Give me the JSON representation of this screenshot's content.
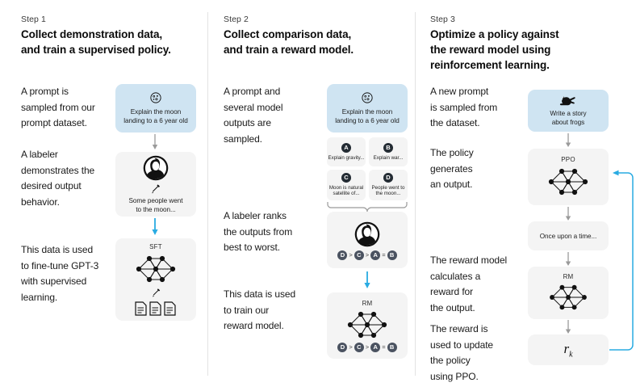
{
  "diagram": {
    "title": "RLHF three-step training diagram",
    "colors": {
      "prompt_card": "#cfe4f2",
      "neutral_card": "#f4f4f4",
      "gray_arrow": "#9a9a9a",
      "blue_arrow": "#29abe2",
      "badge_dark": "#232b33",
      "rank_pill": "#4a5260",
      "divider": "#e3e3e3",
      "text": "#101010"
    }
  },
  "steps": [
    {
      "label": "Step 1",
      "title_line1": "Collect demonstration data,",
      "title_line2": "and train a supervised policy.",
      "paragraphs": [
        "A prompt is\nsampled from our\nprompt dataset.",
        "A labeler\ndemonstrates the\ndesired output\nbehavior.",
        "This data is used\nto fine-tune GPT-3\nwith supervised\nlearning."
      ],
      "cards": [
        {
          "name": "prompt-card",
          "style": "blue",
          "icon": "moon-icon",
          "caption": "Explain the moon\nlanding to a 6 year old"
        },
        {
          "name": "labeler-demo-card",
          "style": "gray",
          "icon": "labeler-avatar-icon",
          "sub_icon": "pencil-icon",
          "caption": "Some people went\nto the moon..."
        },
        {
          "name": "sft-model-card",
          "style": "gray",
          "title": "SFT",
          "icon": "neural-network-icon",
          "sub_icon": "pencil-icon",
          "extra_icon": "documents-icon"
        }
      ]
    },
    {
      "label": "Step 2",
      "title_line1": "Collect comparison data,",
      "title_line2": "and train a reward model.",
      "paragraphs": [
        "A prompt and\nseveral model\noutputs are\nsampled.",
        "A labeler ranks\nthe outputs from\nbest to worst.",
        "This data is used\nto train our\nreward model."
      ],
      "cards": [
        {
          "name": "prompt-card",
          "style": "blue",
          "icon": "moon-icon",
          "caption": "Explain the moon\nlanding to a 6 year old"
        },
        {
          "name": "labeler-rank-card",
          "style": "gray",
          "icon": "labeler-avatar-icon",
          "ranking": [
            "D",
            ">",
            "C",
            ">",
            "A",
            "=",
            "B"
          ]
        },
        {
          "name": "reward-model-card",
          "style": "gray",
          "title": "RM",
          "icon": "neural-network-icon",
          "ranking": [
            "D",
            ">",
            "C",
            ">",
            "A",
            "=",
            "B"
          ]
        }
      ],
      "outputs": [
        {
          "badge": "A",
          "text": "Explain gravity..."
        },
        {
          "badge": "B",
          "text": "Explain war..."
        },
        {
          "badge": "C",
          "text": "Moon is natural\nsatellite of..."
        },
        {
          "badge": "D",
          "text": "People went to\nthe moon..."
        }
      ]
    },
    {
      "label": "Step 3",
      "title_line1": "Optimize a policy against",
      "title_line2": "the reward model using",
      "title_line3": "reinforcement learning.",
      "paragraphs": [
        "A new prompt\nis sampled from\nthe dataset.",
        "The policy\ngenerates\nan output.",
        "The reward model\ncalculates a\nreward for\nthe output.",
        "The reward is\nused to update\nthe policy\nusing PPO."
      ],
      "cards": [
        {
          "name": "prompt-card",
          "style": "blue",
          "icon": "frog-icon",
          "caption": "Write a story\nabout frogs"
        },
        {
          "name": "ppo-policy-card",
          "style": "gray",
          "title": "PPO",
          "icon": "neural-network-icon"
        },
        {
          "name": "generated-output-card",
          "style": "gray",
          "caption": "Once upon a time..."
        },
        {
          "name": "reward-model-card",
          "style": "gray",
          "title": "RM",
          "icon": "neural-network-icon"
        },
        {
          "name": "reward-value-card",
          "style": "gray",
          "value": "r",
          "subscript": "k"
        }
      ]
    }
  ]
}
